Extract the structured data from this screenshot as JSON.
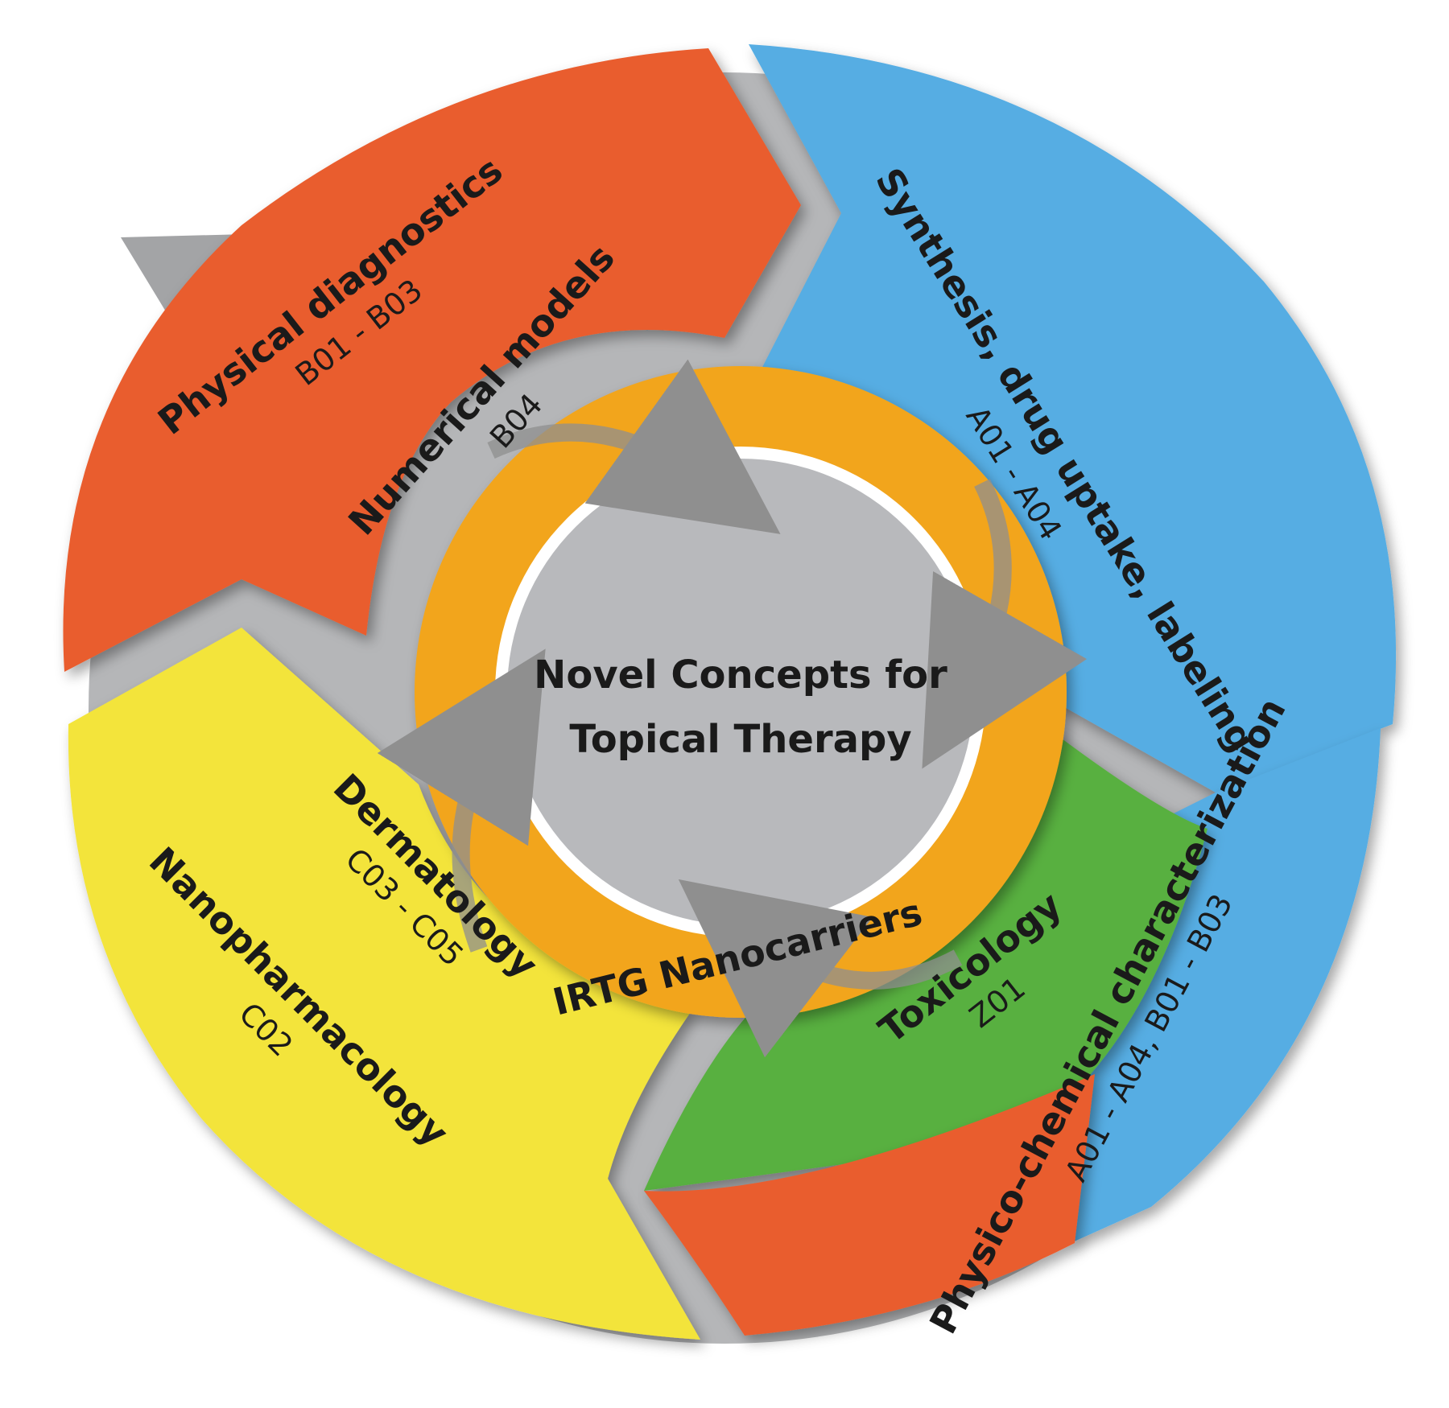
{
  "center": {
    "line1": "Novel Concepts for",
    "line2": "Topical Therapy"
  },
  "ring_label": "IRTG Nanocarriers",
  "segments": {
    "physical_diagnostics": {
      "title": "Physical diagnostics",
      "code": "B01 - B03"
    },
    "numerical_models": {
      "title": "Numerical models",
      "code": "B04"
    },
    "synthesis": {
      "title": "Synthesis, drug uptake, labeling",
      "code": "A01 - A04"
    },
    "physico_chemical": {
      "title": "Physico-chemical characterization",
      "code": "A01 - A04, B01 - B03"
    },
    "toxicology": {
      "title": "Toxicology",
      "code": "Z01"
    },
    "dermatology": {
      "title": "Dermatology",
      "code": "C03 - C05"
    },
    "nanopharmacology": {
      "title": "Nanopharmacology",
      "code": "C02"
    }
  },
  "colors": {
    "orange_red": "#e95d2e",
    "blue": "#56ade3",
    "yellow": "#f3e43a",
    "green": "#58b041",
    "ring_orange": "#f2a51f",
    "gray": "#b8b9bc",
    "arrow_gray": "#9d9e9f"
  }
}
